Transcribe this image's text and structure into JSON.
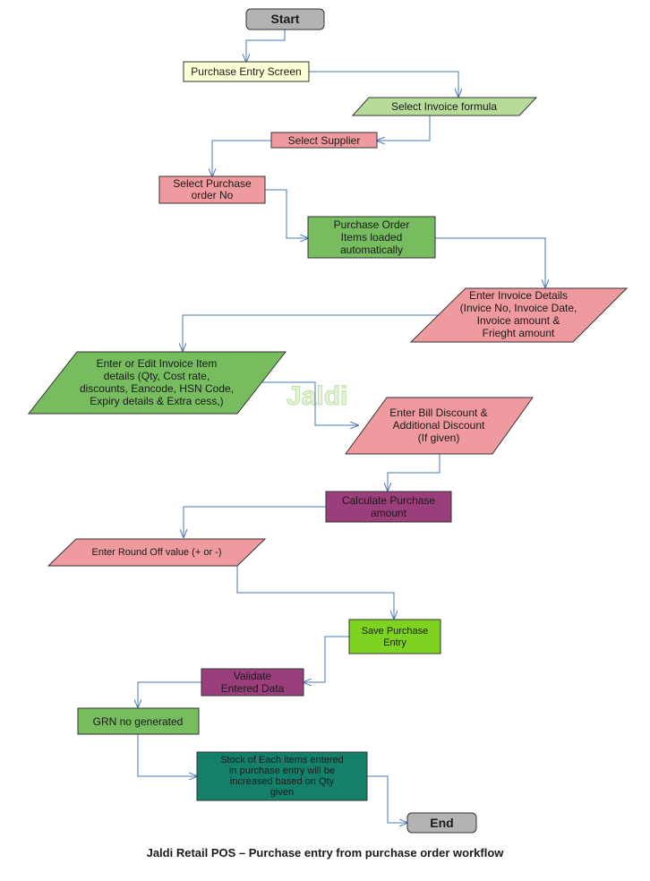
{
  "diagram": {
    "nodes": {
      "start": "Start",
      "purchase_entry_screen": "Purchase Entry Screen",
      "select_invoice_formula": "Select Invoice formula",
      "select_supplier": "Select Supplier",
      "select_po": [
        "Select Purchase",
        "order No"
      ],
      "po_items_loaded": [
        "Purchase Order",
        "Items loaded",
        "automatically"
      ],
      "enter_invoice_details": [
        "Enter Invoice Details",
        "(Invice No, Invoice Date,",
        "Invoice amount &",
        "Frieght amount"
      ],
      "enter_edit_items": [
        "Enter or Edit Invoice Item",
        "details (Qty, Cost rate,",
        "discounts, Eancode, HSN Code,",
        "Expiry details &  Extra cess,)"
      ],
      "bill_discount": [
        "Enter Bill Discount &",
        "Additional Discount",
        "(If given)"
      ],
      "calculate_purchase": [
        "Calculate Purchase",
        "amount"
      ],
      "round_off": "Enter Round Off value (+ or -)",
      "save_entry": [
        "Save Purchase",
        "Entry"
      ],
      "validate": [
        "Validate",
        "Entered Data"
      ],
      "grn": "GRN no generated",
      "stock_increase": [
        "Stock of Each items entered",
        "in purchase entry will be",
        "increased based on Qty",
        "given"
      ],
      "end": "End"
    },
    "watermark": "Jaldi",
    "colors": {
      "terminal": "#b3b3b3",
      "screen": "#ffffd7",
      "light_green": "#b7dc9a",
      "pink": "#ef9a9e",
      "green": "#77bc5f",
      "purple": "#9b3f7c",
      "lime": "#7ed321",
      "dark_green": "#14806a",
      "connector": "#4a77b4"
    }
  },
  "caption": "Jaldi Retail POS – Purchase entry from purchase order workflow"
}
